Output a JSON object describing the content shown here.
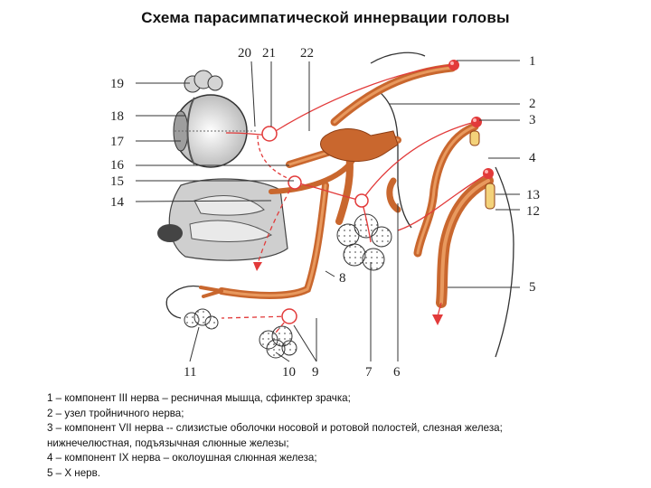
{
  "title": "Схема парасимпатической иннервации головы",
  "callouts": [
    "1",
    "2",
    "3",
    "4",
    "5",
    "6",
    "7",
    "8",
    "9",
    "10",
    "11",
    "12",
    "13",
    "14",
    "15",
    "16",
    "17",
    "18",
    "19",
    "20",
    "21",
    "22"
  ],
  "legend": [
    "1 – компонент III нерва – ресничная мышца, сфинктер зрачка;",
    "2 – узел тройничного нерва;",
    "3 – компонент VII нерва -- слизистые оболочки носовой и ротовой полостей, слезная железа;",
    "нижнечелюстная, подъязычная слюнные железы;",
    "4 – компонент IX нерва – околоушная слюнная железа;",
    "5 – X нерв."
  ],
  "colors": {
    "nerve": "#c9672e",
    "nerve_dark": "#8c3d14",
    "parasympathetic": "#e23a3a",
    "outline": "#333333",
    "gland": "#d4d4d4"
  }
}
